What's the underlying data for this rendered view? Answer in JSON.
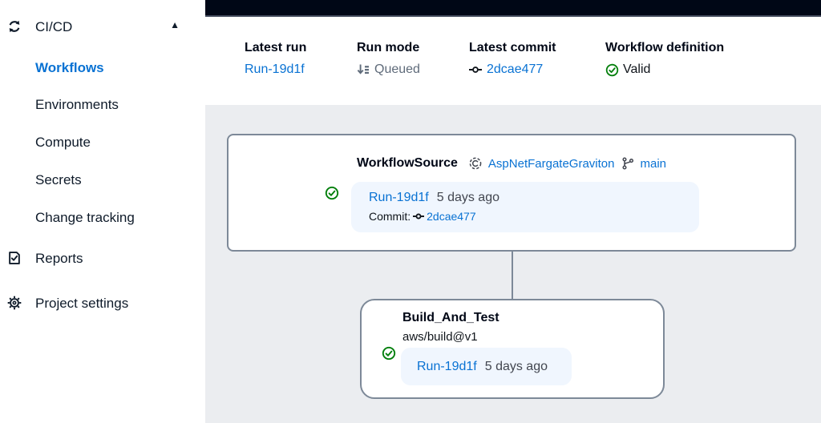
{
  "sidebar": {
    "section": {
      "label": "CI/CD"
    },
    "sub_items": [
      {
        "label": "Workflows",
        "active": true
      },
      {
        "label": "Environments",
        "active": false
      },
      {
        "label": "Compute",
        "active": false
      },
      {
        "label": "Secrets",
        "active": false
      },
      {
        "label": "Change tracking",
        "active": false
      }
    ],
    "items": [
      {
        "label": "Reports",
        "icon": "report-icon"
      },
      {
        "label": "Project settings",
        "icon": "gear-icon"
      }
    ]
  },
  "header": {
    "stats": [
      {
        "label": "Latest run",
        "value": "Run-19d1f"
      },
      {
        "label": "Run mode",
        "value": "Queued",
        "icon": "queue-icon"
      },
      {
        "label": "Latest commit",
        "value": "2dcae477",
        "icon": "commit-icon"
      },
      {
        "label": "Workflow definition",
        "value": "Valid",
        "icon": "success-icon"
      }
    ]
  },
  "canvas": {
    "source_node": {
      "title": "WorkflowSource",
      "repository": "AspNetFargateGraviton",
      "branch": "main",
      "run": {
        "link": "Run-19d1f",
        "time": "5 days ago",
        "commit_label": "Commit:",
        "commit": "2dcae477"
      }
    },
    "action_node": {
      "title": "Build_And_Test",
      "action": "aws/build@v1",
      "run": {
        "link": "Run-19d1f",
        "time": "5 days ago"
      }
    }
  },
  "colors": {
    "accent_link": "#0972d3",
    "success_green": "#037f0c",
    "topbar": "#000716",
    "canvas_bg": "#ebedf0",
    "node_border": "#7d8998",
    "run_box_bg": "#f0f6fe"
  }
}
